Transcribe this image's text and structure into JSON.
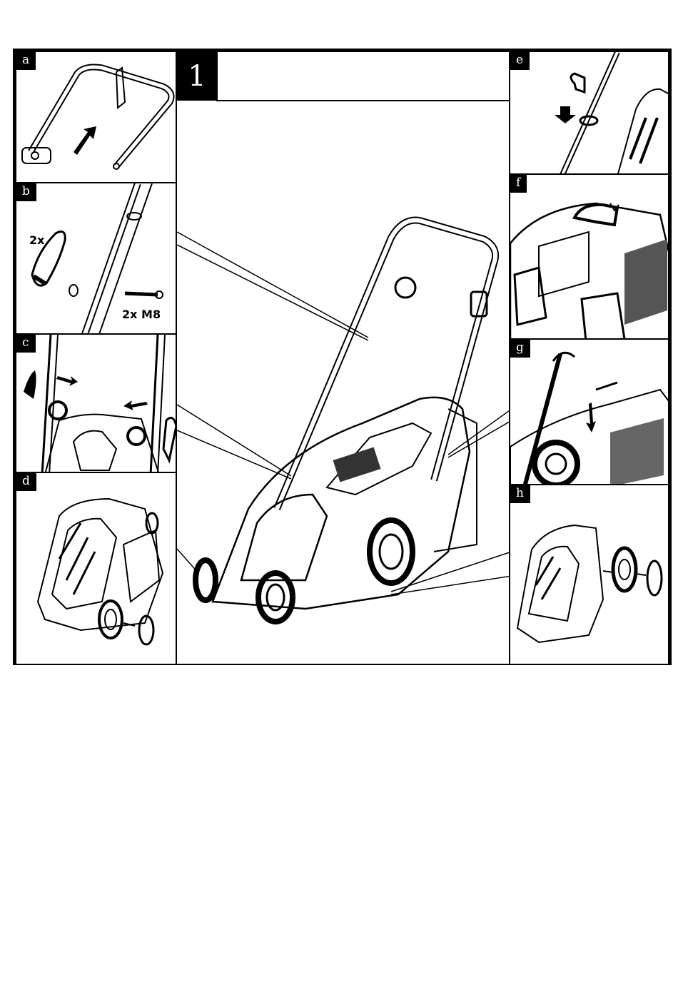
{
  "figure": {
    "number": "1",
    "panels": [
      {
        "id": "a",
        "label": "a"
      },
      {
        "id": "b",
        "label": "b",
        "captions": [
          "2x",
          "2x M8"
        ]
      },
      {
        "id": "c",
        "label": "c"
      },
      {
        "id": "d",
        "label": "d"
      },
      {
        "id": "e",
        "label": "e"
      },
      {
        "id": "f",
        "label": "f"
      },
      {
        "id": "g",
        "label": "g"
      },
      {
        "id": "h",
        "label": "h"
      }
    ]
  }
}
